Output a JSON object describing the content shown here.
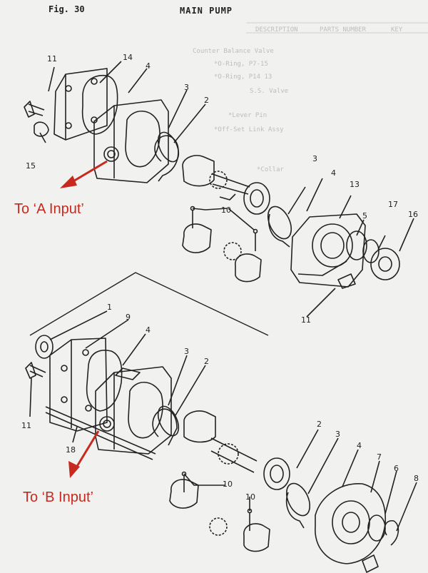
{
  "header": {
    "figure": "Fig. 30",
    "title": "MAIN PUMP"
  },
  "labels": {
    "a_input": "To ‘A Input’",
    "b_input": "To ‘B Input’"
  },
  "colors": {
    "arrow": "#c8291f",
    "ink": "#222222"
  },
  "callouts": {
    "upper": [
      "11",
      "14",
      "4",
      "3",
      "2",
      "15",
      "3",
      "4",
      "10",
      "13",
      "5",
      "17",
      "16",
      "11"
    ],
    "lower": [
      "1",
      "9",
      "4",
      "3",
      "2",
      "11",
      "18",
      "2",
      "3",
      "4",
      "7",
      "6",
      "8",
      "10",
      "10"
    ]
  }
}
